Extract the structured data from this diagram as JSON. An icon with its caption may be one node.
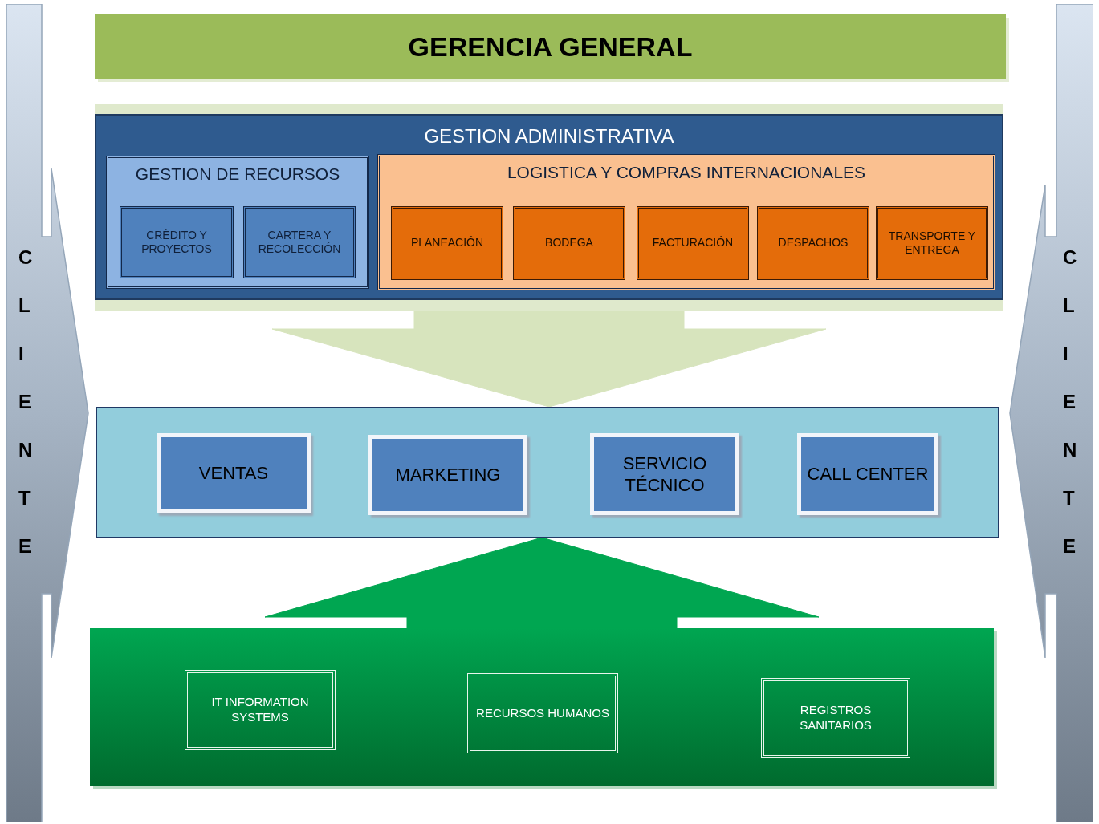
{
  "diagram": {
    "nodes": [
      {
        "text": [
          "GERENCIA GENERAL"
        ]
      },
      {
        "text": [
          "GESTION ADMINISTRATIVA"
        ]
      },
      {
        "text": [
          "GESTION DE RECURSOS"
        ],
        "in": 1
      },
      {
        "text": [
          "CRÉDITO Y PROYECTOS"
        ],
        "in": 2
      },
      {
        "text": [
          "CARTERA Y RECOLECCIÓN"
        ],
        "in": 2
      },
      {
        "text": [
          "LOGISTICA Y COMPRAS INTERNACIONALES"
        ],
        "in": 1
      },
      {
        "text": [
          "PLANEACIÓN"
        ],
        "in": 5
      },
      {
        "text": [
          "BODEGA"
        ],
        "in": 5
      },
      {
        "text": [
          "FACTURACIÓN"
        ],
        "in": 5
      },
      {
        "text": [
          "DESPACHOS"
        ],
        "in": 5
      },
      {
        "text": [
          "TRANSPORTE Y ENTREGA"
        ],
        "in": 5
      },
      {
        "text": [],
        "shape": "box"
      },
      {
        "text": [
          "VENTAS"
        ],
        "in": 11
      },
      {
        "text": [
          "MARKETING"
        ],
        "in": 11
      },
      {
        "text": [
          "SERVICIO TÉCNICO"
        ],
        "in": 11
      },
      {
        "text": [
          "CALL CENTER"
        ],
        "in": 11
      },
      {
        "text": [],
        "shape": "box"
      },
      {
        "text": [
          "IT INFORMATION SYSTEMS"
        ],
        "in": 16
      },
      {
        "text": [
          "RECURSOS HUMANOS"
        ],
        "in": 16
      },
      {
        "text": [
          "REGISTROS SANITARIOS"
        ],
        "in": 16
      },
      {
        "text": [
          "CLIENTE"
        ]
      },
      {
        "text": [
          "CLIENTE"
        ]
      }
    ],
    "edges": [
      {
        "from": 1,
        "to": 11,
        "arrow": "to",
        "style": "thick",
        "color": "#d7e4bd"
      },
      {
        "from": 16,
        "to": 11,
        "arrow": "to",
        "style": "thick",
        "color": "#00a651"
      }
    ]
  }
}
